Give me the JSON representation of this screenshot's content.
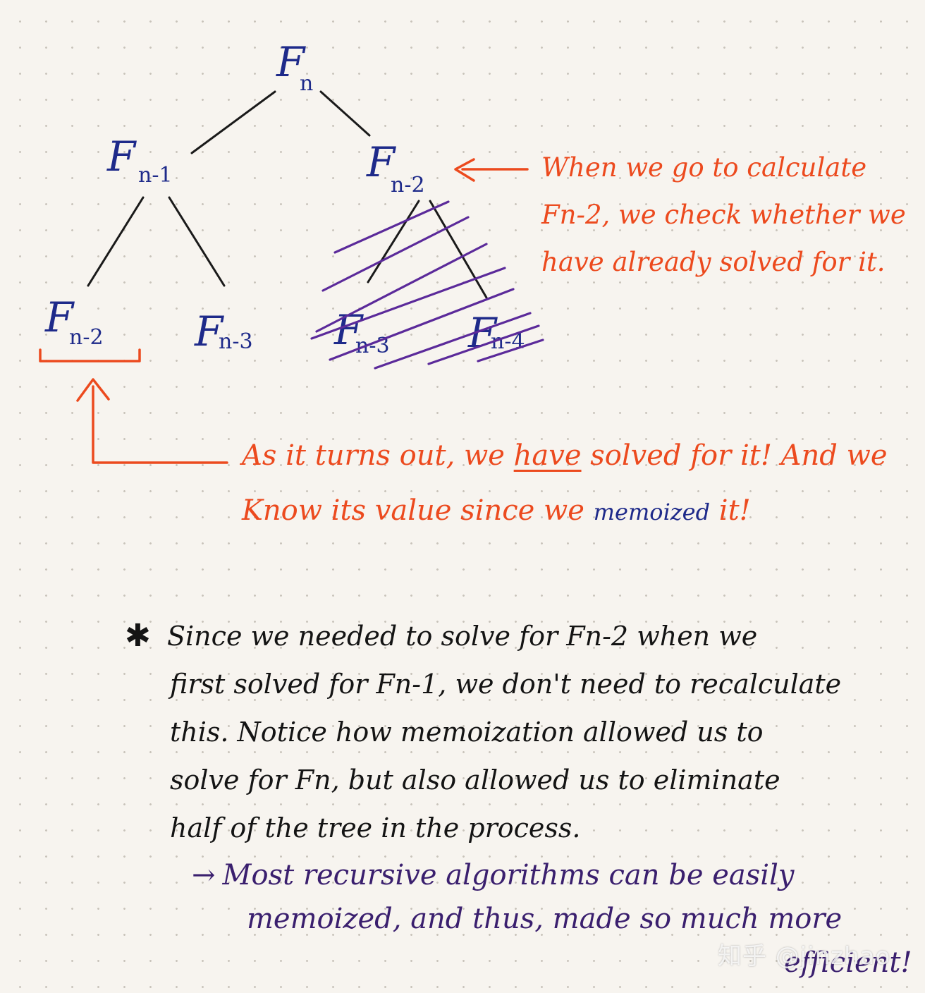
{
  "tree": {
    "root": {
      "label": "F",
      "sub": "n"
    },
    "left": {
      "label": "F",
      "sub": "n-1"
    },
    "right": {
      "label": "F",
      "sub": "n-2"
    },
    "left_left": {
      "label": "F",
      "sub": "n-2"
    },
    "left_right": {
      "label": "F",
      "sub": "n-3"
    },
    "right_left": {
      "label": "F",
      "sub": "n-3"
    },
    "right_right": {
      "label": "F",
      "sub": "n-4"
    }
  },
  "notes": {
    "top": "When we go to calculate Fn-2, we check whether we have already solved for it.",
    "middle_pre": "As it turns out, we ",
    "middle_emph": "have",
    "middle_post": " solved for it! And we Know its value since we ",
    "middle_blue": "memoized",
    "middle_end": " it!",
    "body_star": "✱",
    "body_lines": [
      "Since we needed to solve for Fn-2 when we",
      "first solved for Fn-1, we don't need to recalculate",
      "this. Notice how memoization allowed us to",
      "solve for Fn, but also allowed us to eliminate",
      "half of the tree in the process."
    ],
    "final_arrow": "→",
    "final_lines": [
      "Most recursive algorithms can be easily",
      "memoized, and thus, made so much more",
      "efficient!"
    ]
  },
  "watermark": "知乎 @jinzhao",
  "colors": {
    "node_ink": "#1e2a8a",
    "annotation_red": "#ec4a1e",
    "hatch_purple": "#5b2a9a",
    "body_ink": "#141414",
    "final_ink": "#3a1f6e"
  }
}
